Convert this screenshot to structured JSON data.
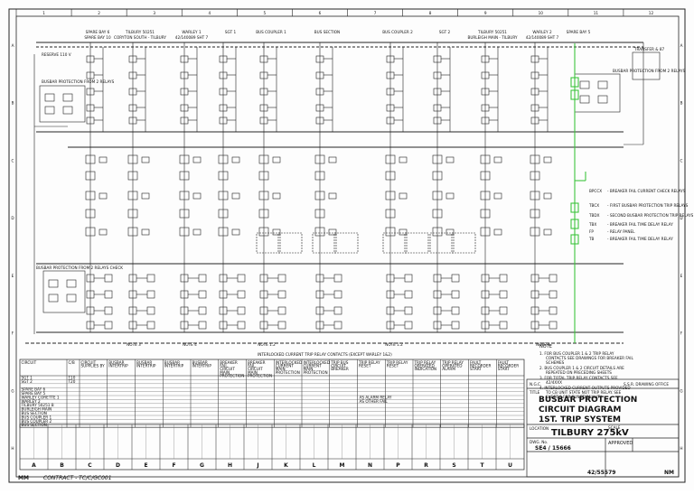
{
  "frame": {
    "col_numbers": [
      "1",
      "2",
      "3",
      "4",
      "5",
      "6",
      "7",
      "8",
      "9",
      "10",
      "11",
      "12"
    ],
    "row_letters": [
      "A",
      "B",
      "C",
      "D",
      "E",
      "F",
      "G",
      "H"
    ]
  },
  "bays": [
    {
      "title": "SPARE BAY 6",
      "sub": "SPARE BAY 10"
    },
    {
      "title": "TILBURY 50251",
      "sub": "CORYTON SOUTH - TILBURY"
    },
    {
      "title": "WARLEY 1",
      "sub": "42/140089 SHT 7"
    },
    {
      "title": "SGT 1",
      "sub": ""
    },
    {
      "title": "BUS COUPLER 1",
      "sub": ""
    },
    {
      "title": "BUS SECTION",
      "sub": ""
    },
    {
      "title": "BUS COUPLER 2",
      "sub": ""
    },
    {
      "title": "SGT 2",
      "sub": ""
    },
    {
      "title": "TILBURY 50251",
      "sub": "BURLEIGH MAIN - TILBURY"
    },
    {
      "title": "WARLEY 2",
      "sub": "42/140089 SHT 7"
    },
    {
      "title": "SPARE BAY 5",
      "sub": ""
    }
  ],
  "side_labels": {
    "reserve": "RESERVE 110 V",
    "busbar_top": "BUSBAR PROTECTION FROM 2 RELAYS",
    "busbar_mid": "BUSBAR PROTECTION FROM 2 RELAYS CHECK",
    "busbar_right": "BUSBAR PROTECTION FROM 2 RELAYS",
    "right_top": "TRANSFER & 87"
  },
  "bay_notes": [
    "NOTE 3",
    "NOTE 4",
    "NOTE 1.2",
    "NOTE 1.2",
    "NOTE 4"
  ],
  "legend": [
    {
      "code": "BPCCX",
      "text": "BREAKER FAIL CURRENT CHECK RELAYS"
    },
    {
      "code": "TBCX",
      "text": "FIRST BUSBAR PROTECTION TRIP RELAYS"
    },
    {
      "code": "TBDX",
      "text": "SECOND BUSBAR PROTECTION TRIP RELAYS"
    },
    {
      "code": "TBX",
      "text": "BREAKER FAIL TIME DELAY RELAY"
    },
    {
      "code": "FP",
      "text": "RELAY PANEL"
    },
    {
      "code": "TB",
      "text": "BREAKER FAIL TIME DELAY RELAY"
    }
  ],
  "contacts_title": "INTERLOCKED CURRENT TRIP RELAY CONTACTS (EXCEPT WARLEY 1&2)",
  "table": {
    "headers": [
      "CIRCUIT",
      "C/B",
      "CIRCUIT SUPPLIES BY",
      "BUSBAR INTERTRIP",
      "BUSBAR INTERTRIP",
      "BUSBAR INTERTRIP",
      "BUSBAR INTERTRIP",
      "BREAKER FAIL CIRCUIT MAIN PROTECTION",
      "BREAKER FAIL CIRCUIT MAIN PROTECTION",
      "INTERLOCKED CURRENT MAIN PROTECTION",
      "INTERLOCKED CURRENT MAIN PROTECTION",
      "TRIP BUS CIRCUIT BREAKER",
      "TRIP RELAY RESET",
      "TRIP RELAY RESET",
      "TRIP RELAY OPERATED INDICATION",
      "TRIP RELAY OPERATED ALARM",
      "FAULT RECORDER START",
      "FAULT RECORDER START"
    ],
    "rows": [
      {
        "circuit": "SGT 1",
        "cb": "T10"
      },
      {
        "circuit": "SGT 2",
        "cb": "T20"
      },
      {
        "circuit": "",
        "cb": ""
      },
      {
        "circuit": "SPARE BAY 6",
        "cb": ""
      },
      {
        "circuit": "SPARE BAY 5",
        "cb": ""
      },
      {
        "circuit": "WARLEY CORETTE 1",
        "cb": ""
      },
      {
        "circuit": "WARLEY 2",
        "cb": ""
      },
      {
        "circuit": "TILBURY 50251 B",
        "cb": ""
      },
      {
        "circuit": "BURLEIGH MAIN",
        "cb": ""
      },
      {
        "circuit": "BUS SECTION",
        "cb": ""
      },
      {
        "circuit": "BUS COUPLER 1",
        "cb": ""
      },
      {
        "circuit": "BUS COUPLER 2",
        "cb": ""
      },
      {
        "circuit": "BUS SECTION",
        "cb": ""
      }
    ],
    "mid_note_1": "AS ALARM RELAY",
    "mid_note_2": "AS OTHER FAIL"
  },
  "notes": {
    "heading": "NOTE",
    "items": [
      "1. FOR BUS COUPLER 1 & 2 TRIP RELAY CONTACTS SEE DRAWINGS FOR BREAKER FAIL SCHEMES",
      "2. BUS COUPLER 1 & 2 CIRCUIT DETAILS ARE REPEATED ON PRECEDING SHEETS",
      "3. FOR TOTAL TRIP RELAY CONTACTS SEE 42/4XXX",
      "4. INTERLOCKED CURRENT OUTPUTS PROVIDED TO CB UNIT STATE NOT TRIP RELAY. SEE SHEET 3 FOR FUNCTIONALITY"
    ]
  },
  "title_block": {
    "owner": "N.G.C.",
    "office": "S.S.R. DRAWING OFFICE",
    "title_label": "TITLE",
    "title_line1": "BUSBAR PROTECTION",
    "title_line2": "CIRCUIT DIAGRAM",
    "title_line3": "1ST. TRIP SYSTEM",
    "location_label": "LOCATION",
    "location": "TILBURY 275kV",
    "scale_label": "SCALE",
    "dwg_no_label": "DWG. No.",
    "dwg_no": "SE4 / 15666",
    "approved": "APPROVED",
    "bottom_code": "42/55579",
    "sheet": "NM",
    "rev_letters": [
      "A",
      "B",
      "C",
      "D",
      "E",
      "F",
      "G",
      "H",
      "J",
      "K",
      "L",
      "M",
      "N",
      "P",
      "R",
      "S",
      "T",
      "U"
    ]
  },
  "footer": {
    "left_code": "MM",
    "contract": "CONTRACT - TC/C/GC001"
  }
}
